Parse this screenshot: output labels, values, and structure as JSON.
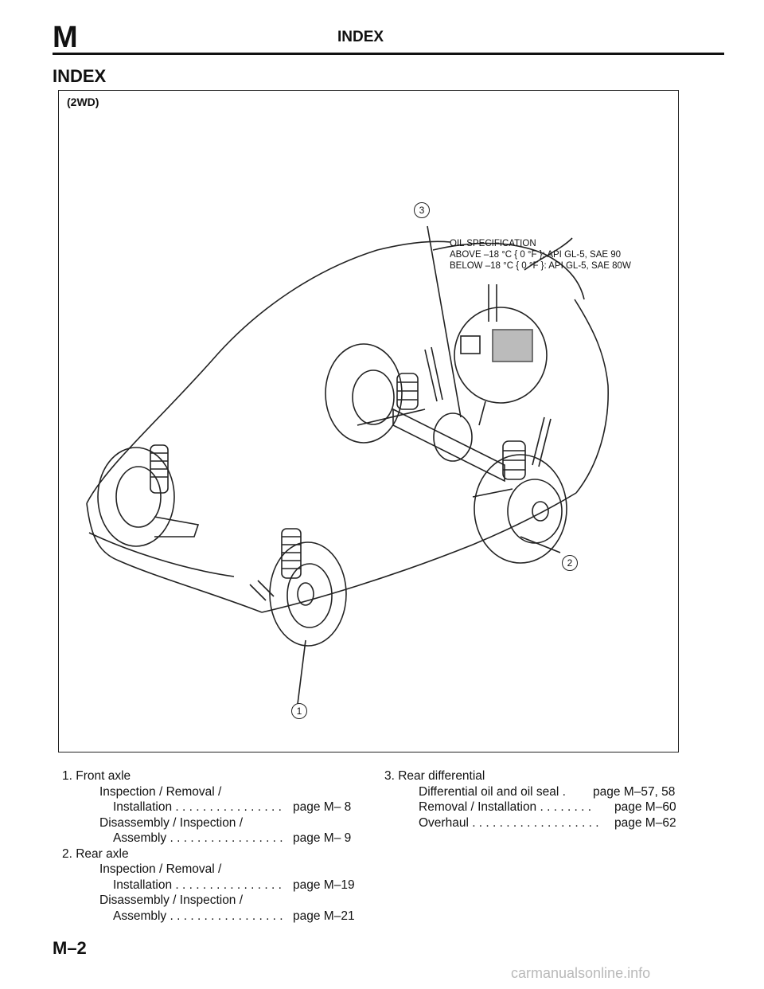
{
  "header": {
    "section_letter": "M",
    "title": "INDEX"
  },
  "section_title": "INDEX",
  "figure": {
    "label": "(2WD)",
    "oil_spec": {
      "title": "OIL SPECIFICATION",
      "line1": "ABOVE –18 °C { 0 °F }: API GL-5, SAE 90",
      "line2": "BELOW –18 °C { 0 °F }: API GL-5, SAE 80W"
    },
    "callouts": [
      "1",
      "2",
      "3"
    ]
  },
  "list_left": [
    {
      "text": "1.  Front axle",
      "page": ""
    },
    {
      "text": "Inspection / Removal /",
      "page": ""
    },
    {
      "text": "Installation . . . . . . . . . . . . . . . .",
      "page": "page M– 8"
    },
    {
      "text": "Disassembly / Inspection /",
      "page": ""
    },
    {
      "text": "Assembly . . . . . . . . . . . . . . . . .",
      "page": "page M– 9"
    },
    {
      "text": "2.  Rear axle",
      "page": ""
    },
    {
      "text": "Inspection / Removal /",
      "page": ""
    },
    {
      "text": "Installation . . . . . . . . . . . . . . . .",
      "page": "page M–19"
    },
    {
      "text": "Disassembly / Inspection /",
      "page": ""
    },
    {
      "text": "Assembly . . . . . . . . . . . . . . . . .",
      "page": "page M–21"
    }
  ],
  "list_right": [
    {
      "text": "3.  Rear differential",
      "page": ""
    },
    {
      "text": "Differential oil and oil seal  .",
      "page": "page M–57, 58"
    },
    {
      "text": "Removal / Installation . . . . . . . .",
      "page": "page M–60"
    },
    {
      "text": "Overhaul . . . . . . . . . . . . . . . . . . .",
      "page": "page M–62"
    }
  ],
  "footer": {
    "page_number": "M–2"
  },
  "watermark": "carmanualsonline.info"
}
